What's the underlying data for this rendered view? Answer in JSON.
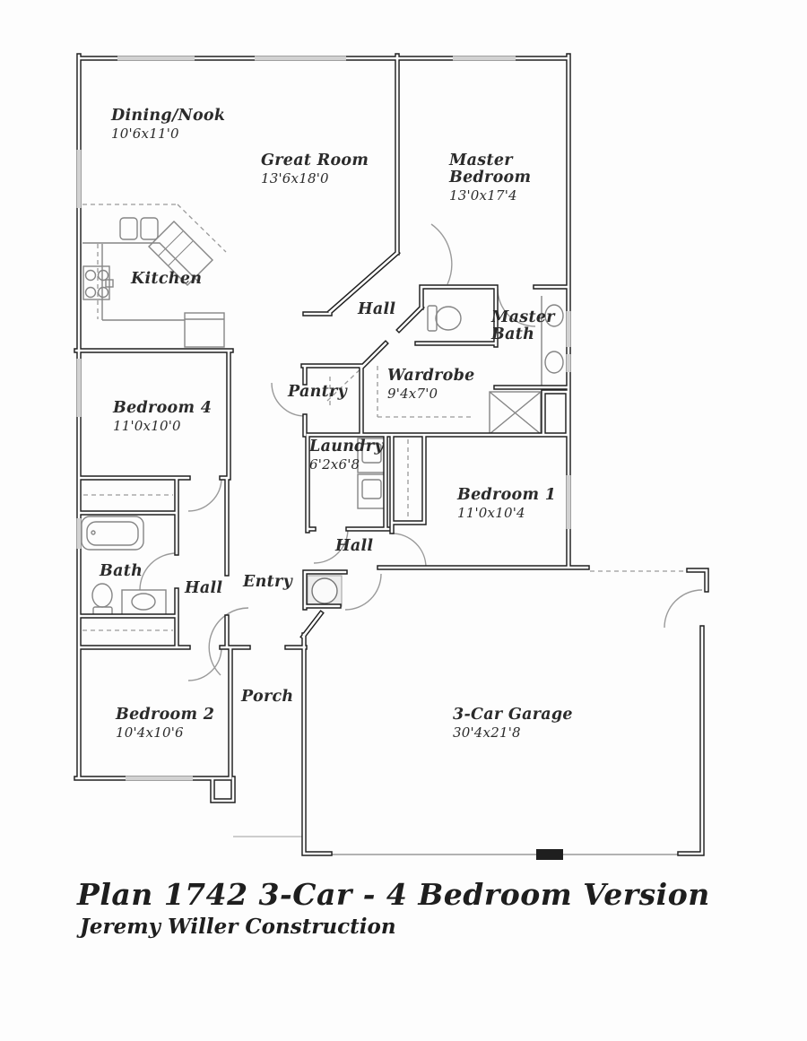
{
  "plan": {
    "title": "Plan 1742 3-Car - 4 Bedroom Version",
    "subtitle": "Jeremy Willer Construction"
  },
  "rooms": {
    "dining": {
      "name": "Dining/Nook",
      "dims": "10'6x11'0"
    },
    "great_room": {
      "name": "Great Room",
      "dims": "13'6x18'0"
    },
    "master_bedroom": {
      "name": "Master Bedroom",
      "dims": "13'0x17'4"
    },
    "kitchen": {
      "name": "Kitchen"
    },
    "hall_upper": {
      "name": "Hall"
    },
    "master_bath": {
      "name": "Master Bath"
    },
    "pantry": {
      "name": "Pantry"
    },
    "wardrobe": {
      "name": "Wardrobe",
      "dims": "9'4x7'0"
    },
    "bedroom4": {
      "name": "Bedroom 4",
      "dims": "11'0x10'0"
    },
    "laundry": {
      "name": "Laundry",
      "dims": "6'2x6'8"
    },
    "bedroom1": {
      "name": "Bedroom 1",
      "dims": "11'0x10'4"
    },
    "bath": {
      "name": "Bath"
    },
    "hall_bath": {
      "name": "Hall"
    },
    "entry": {
      "name": "Entry"
    },
    "hall_middle": {
      "name": "Hall"
    },
    "porch": {
      "name": "Porch"
    },
    "bedroom2": {
      "name": "Bedroom 2",
      "dims": "10'4x10'6"
    },
    "garage": {
      "name": "3-Car Garage",
      "dims": "30'4x21'8"
    }
  },
  "colors": {
    "wall": "#1f1f1f",
    "fixture": "#8a8a8a",
    "window": "#a6a6a6",
    "dash": "#9a9a9a",
    "text": "#2b2b2b",
    "background": "#fdfdfd"
  }
}
